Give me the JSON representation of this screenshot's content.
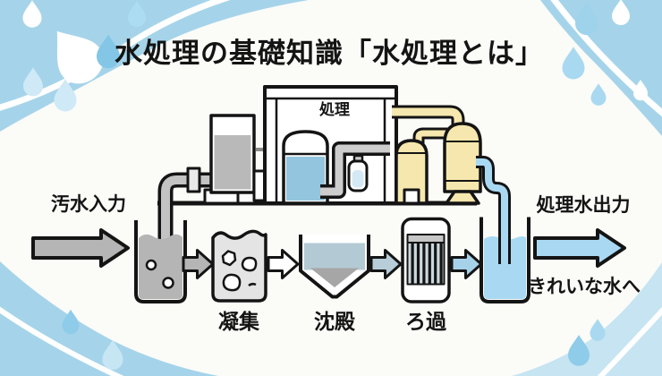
{
  "title": "水処理の基礎知識「水処理とは」",
  "flow": {
    "input_label": "汚水入力",
    "plant_label": "処理",
    "stages": [
      {
        "label": "凝集"
      },
      {
        "label": "沈殿"
      },
      {
        "label": "ろ過"
      }
    ],
    "output_label": "処理水出力",
    "output_note": "きれいな水へ"
  },
  "colors": {
    "decoration_blue": "#a5d4ea",
    "clean_water_blue": "#a9d9f2",
    "process_water_blue": "#93c5df",
    "tank_yellow": "#f5e7ad",
    "sewage_gray": "#b5b5b5",
    "sediment_gray": "#a6a6a6",
    "ink": "#141414",
    "background": "#fbfbf8"
  }
}
